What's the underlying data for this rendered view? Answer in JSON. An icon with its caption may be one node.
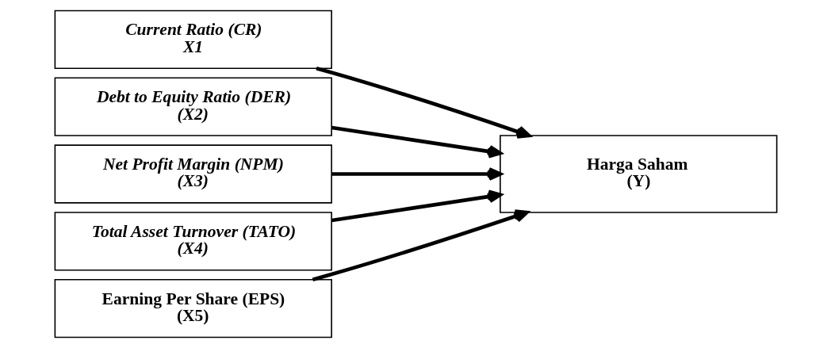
{
  "diagram": {
    "nodes": [
      {
        "text": [
          "Current Ratio (CR)",
          "X1"
        ]
      },
      {
        "text": [
          "Debt to Equity Ratio (DER)",
          "(X2)"
        ]
      },
      {
        "text": [
          "Net Profit Margin (NPM)",
          "(X3)"
        ]
      },
      {
        "text": [
          "Total Asset Turnover (TATO)",
          "(X4)"
        ]
      },
      {
        "text": [
          "Earning Per Share (EPS)",
          "(X5)"
        ]
      },
      {
        "text": [
          "Harga Saham",
          "(Y)"
        ]
      }
    ],
    "edges": [
      {
        "from": 0,
        "to": 5,
        "arrow": "to"
      },
      {
        "from": 1,
        "to": 5,
        "arrow": "to"
      },
      {
        "from": 2,
        "to": 5,
        "arrow": "to"
      },
      {
        "from": 3,
        "to": 5,
        "arrow": "to"
      },
      {
        "from": 4,
        "to": 5,
        "arrow": "to"
      }
    ]
  }
}
